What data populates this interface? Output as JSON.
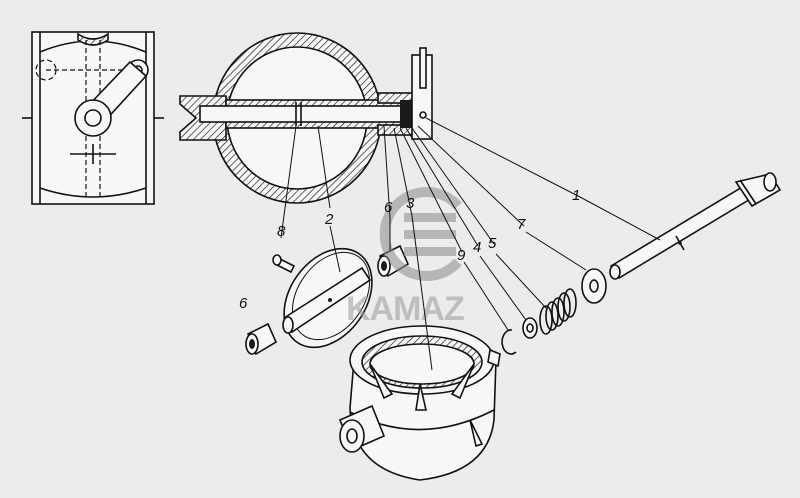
{
  "callouts": {
    "c1": "1",
    "c2": "2",
    "c3": "3",
    "c4": "4",
    "c5": "5",
    "c6a": "6",
    "c6b": "6",
    "c7": "7",
    "c8": "8",
    "c9": "9"
  },
  "watermark": {
    "text": "KAMAZ",
    "color": "#9a9a9a"
  }
}
